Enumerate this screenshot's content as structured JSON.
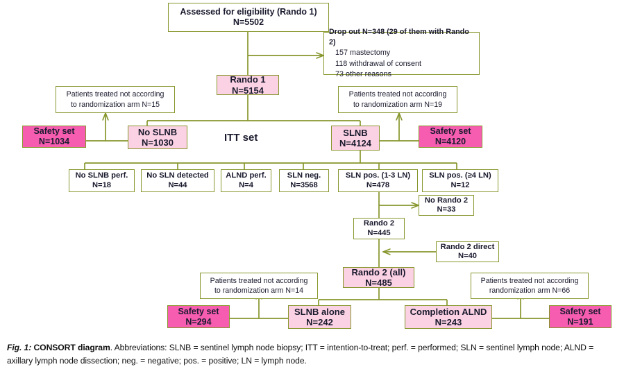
{
  "figure": {
    "type": "CONSORT flow diagram",
    "colors": {
      "border": "#87962c",
      "box_pink": "#fbd2e3",
      "box_magenta": "#f65cb0",
      "box_white": "#ffffff",
      "text": "#1a1a2e"
    },
    "plain_labels": [
      {
        "id": "itt",
        "text": "ITT set"
      }
    ],
    "caption": {
      "fig_label": "Fig. 1:",
      "title": "CONSORT diagram",
      "body": ". Abbreviations: SLNB = sentinel lymph node biopsy; ITT = intention-to-treat; perf. = performed; SLN = sentinel lymph node; ALND = axillary lymph node dissection; neg. = negative; pos. = positive; LN = lymph node."
    },
    "nodes": {
      "assessed": {
        "line1": "Assessed for eligibility (Rando 1)",
        "line2": "N=5502"
      },
      "dropout_head": "Drop out N=348 (29 of them with Rando 2)",
      "dropout_items": [
        "157 mastectomy",
        "118 withdrawal of consent",
        "73 other reasons"
      ],
      "rando1": {
        "line1": "Rando 1",
        "line2": "N=5154"
      },
      "note_left_top": {
        "line1": "Patients treated not according",
        "line2": "to randomization arm N=15"
      },
      "note_right_top": {
        "line1": "Patients treated not according",
        "line2": "to randomization arm N=19"
      },
      "safety_1034": {
        "line1": "Safety set",
        "line2": "N=1034"
      },
      "no_slnb": {
        "line1": "No SLNB",
        "line2": "N=1030"
      },
      "slnb": {
        "line1": "SLNB",
        "line2": "N=4124"
      },
      "safety_4120": {
        "line1": "Safety set",
        "line2": "N=4120"
      },
      "no_slnb_perf": {
        "line1": "No SLNB perf.",
        "line2": "N=18"
      },
      "no_sln_detected": {
        "line1": "No SLN detected",
        "line2": "N=44"
      },
      "alnd_perf": {
        "line1": "ALND perf.",
        "line2": "N=4"
      },
      "sln_neg": {
        "line1": "SLN neg.",
        "line2": "N=3568"
      },
      "sln_pos_13": {
        "line1": "SLN pos. (1-3 LN)",
        "line2": "N=478"
      },
      "sln_pos_4": {
        "line1": "SLN pos. (≥4 LN)",
        "line2": "N=12"
      },
      "no_rando2": {
        "line1": "No Rando 2",
        "line2": "N=33"
      },
      "rando2": {
        "line1": "Rando 2",
        "line2": "N=445"
      },
      "rando2_direct": {
        "line1": "Rando 2 direct",
        "line2": "N=40"
      },
      "rando2_all": {
        "line1": "Rando 2 (all)",
        "line2": "N=485"
      },
      "note_left_bot": {
        "line1": "Patients treated not according",
        "line2": "to randomization arm N=14"
      },
      "note_right_bot": {
        "line1": "Patients treated not according",
        "line2": "randomization arm N=66"
      },
      "safety_294": {
        "line1": "Safety set",
        "line2": "N=294"
      },
      "slnb_alone": {
        "line1": "SLNB alone",
        "line2": "N=242"
      },
      "completion_alnd": {
        "line1": "Completion ALND",
        "line2": "N=243"
      },
      "safety_191": {
        "line1": "Safety set",
        "line2": "N=191"
      }
    }
  }
}
